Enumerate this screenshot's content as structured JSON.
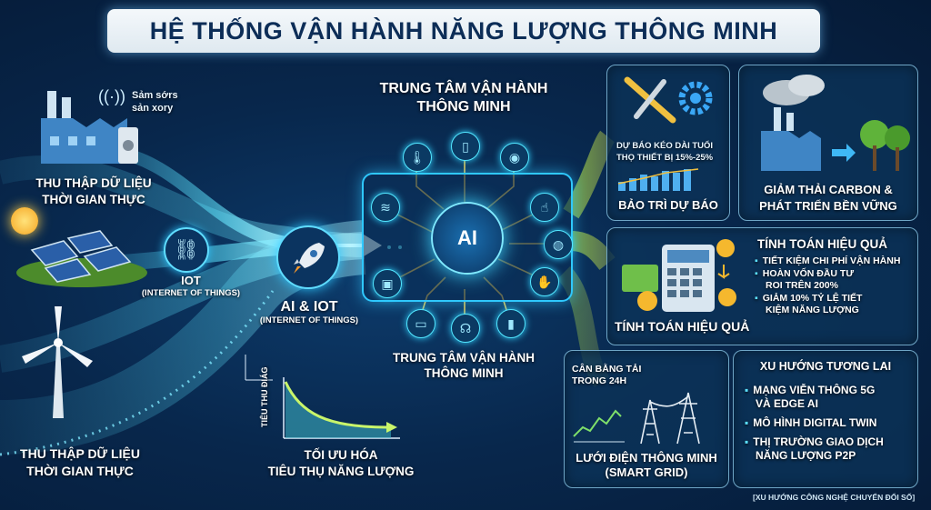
{
  "title": "HỆ THỐNG VẬN HÀNH NĂNG LƯỢNG THÔNG MINH",
  "left": {
    "sensor_label_1": "Sảm sớrs",
    "sensor_label_2": "sản xory",
    "collect_top_1": "THU THẬP DỮ LIỆU",
    "collect_top_2": "THỜI GIAN THỰC",
    "iot_1": "IOT",
    "iot_2": "(INTERNET OF THINGS)",
    "collect_bottom_1": "THU THẬP DỮ LIỆU",
    "collect_bottom_2": "THỜI GIAN THỰC"
  },
  "center": {
    "ai_iot_1": "AI & IOT",
    "ai_iot_2": "(INTERNET OF THINGS)",
    "hub_title_1": "TRUNG TÂM VẬN HÀNH",
    "hub_title_2": "THÔNG MINH",
    "ai_text": "AI",
    "hub_caption_1": "TRUNG TÂM VẬN HÀNH",
    "hub_caption_2": "THÔNG MINH",
    "graph_axis": "TIÊU THU ĐIÁG",
    "optimize_1": "TỐI ƯU HÓA",
    "optimize_2": "TIÊU THỤ NĂNG LƯỢNG"
  },
  "right": {
    "maint_note_1": "DỰ BÁO KÉO DÀI TUỔI",
    "maint_note_2": "THỌ THIẾT BỊ 15%-25%",
    "maint_title": "BẢO TRÌ DỰ BÁO",
    "carbon_1": "GIẢM THẢI CARBON &",
    "carbon_2": "PHÁT TRIỂN BỀN VỮNG",
    "eff_heading": "TÍNH TOÁN HIỆU QUẢ",
    "eff_b1": "TIẾT KIỆM CHI PHÍ VẬN HÀNH",
    "eff_b2a": "HOÀN VỐN ĐẦU TƯ",
    "eff_b2b": "ROI TRÊN 200%",
    "eff_b3a": "GIẢM 10% TỶ LỆ TIẾT",
    "eff_b3b": "KIỆM NĂNG LƯỢNG",
    "eff_caption": "TÍNH TOÁN HIỆU QUẢ",
    "grid_note_1": "CÂN BẰNG TẢI",
    "grid_note_2": "TRONG 24H",
    "grid_title_1": "LƯỚI ĐIỆN THÔNG MINH",
    "grid_title_2": "(SMART GRID)",
    "trend_heading": "XU HƯỚNG TƯƠNG LAI",
    "trend_1a": "MẠNG VIỄN THÔNG 5G",
    "trend_1b": "VÀ EDGE AI",
    "trend_2": "MÔ HÌNH DIGITAL TWIN",
    "trend_3a": "THỊ TRƯỜNG GIAO DỊCH",
    "trend_3b": "NĂNG LƯỢNG P2P",
    "footer": "[XU HƯỚNG CÔNG NGHỆ CHUYỂN ĐỔI SỐ]"
  },
  "icons": [
    "factory-icon",
    "wifi-icon",
    "sun-icon",
    "solar-panel-icon",
    "wind-turbine-icon",
    "link-icon",
    "rocket-icon",
    "brain-ai-icon",
    "wrench-gear-icon",
    "factory-tree-icon",
    "calculator-icon",
    "coin-icon",
    "pylon-icon"
  ]
}
